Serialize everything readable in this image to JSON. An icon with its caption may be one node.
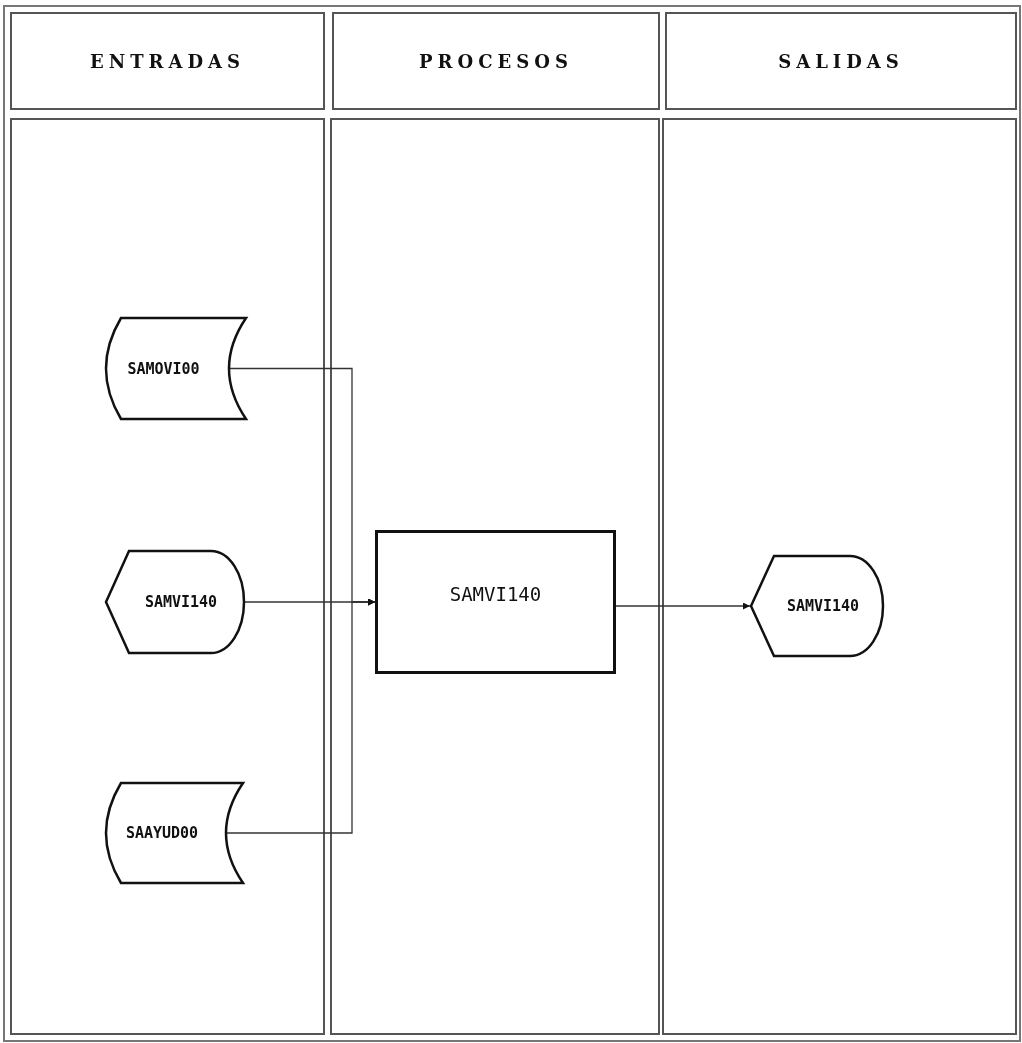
{
  "diagram": {
    "nodes": [
      {
        "text": [
          "ENTRADAS"
        ]
      },
      {
        "text": [
          "PROCESOS"
        ]
      },
      {
        "text": [
          "SALIDAS"
        ]
      },
      {
        "text": [],
        "shape": "box"
      },
      {
        "text": [],
        "shape": "box"
      },
      {
        "text": [],
        "shape": "box"
      },
      {
        "text": [
          "SAMOVI00"
        ],
        "in": 3
      },
      {
        "text": [
          "SAMVI140"
        ],
        "in": 3
      },
      {
        "text": [
          "SAAYUD00"
        ],
        "in": 3
      },
      {
        "text": [
          "SAMVI140"
        ],
        "in": 4
      },
      {
        "text": [
          "SAMVI140"
        ],
        "in": 5
      }
    ],
    "edges": [
      {
        "from": 6,
        "to": 9,
        "arrow": "to"
      },
      {
        "from": 7,
        "to": 9,
        "arrow": "to"
      },
      {
        "from": 8,
        "to": 9,
        "arrow": "to"
      },
      {
        "from": 9,
        "to": 10,
        "arrow": "to"
      }
    ]
  }
}
